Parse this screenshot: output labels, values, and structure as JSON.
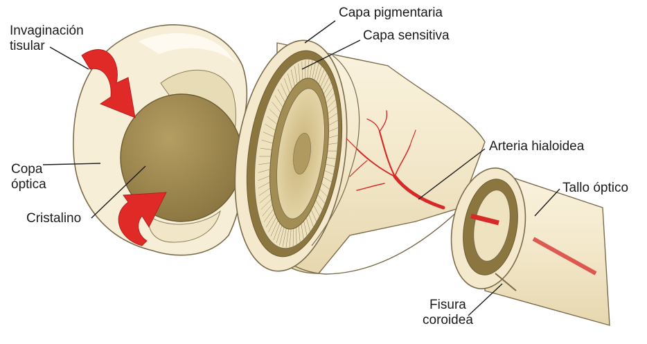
{
  "labels": {
    "invaginacion": [
      "Invaginación",
      "tisular"
    ],
    "copa": [
      "Copa",
      "óptica"
    ],
    "cristalino": "Cristalino",
    "capa_pigmentaria": "Capa pigmentaria",
    "capa_sensitiva": "Capa sensitiva",
    "arteria": "Arteria hialoidea",
    "tallo": "Tallo óptico",
    "fisura": [
      "Fisura",
      "coroidea"
    ]
  },
  "colors": {
    "tissue": "#f6ecd4",
    "tissue_edge": "#7a6a4a",
    "tissue_shade": "#e4d6b0",
    "lens": "#a08a52",
    "lens_dark": "#7e6a3a",
    "pigment": "#8c7640",
    "sensory": "#e9dcb4",
    "artery": "#d62a28",
    "arrow": "#e02a28"
  },
  "icons": {
    "arrow": "curved-red-arrow-icon"
  }
}
